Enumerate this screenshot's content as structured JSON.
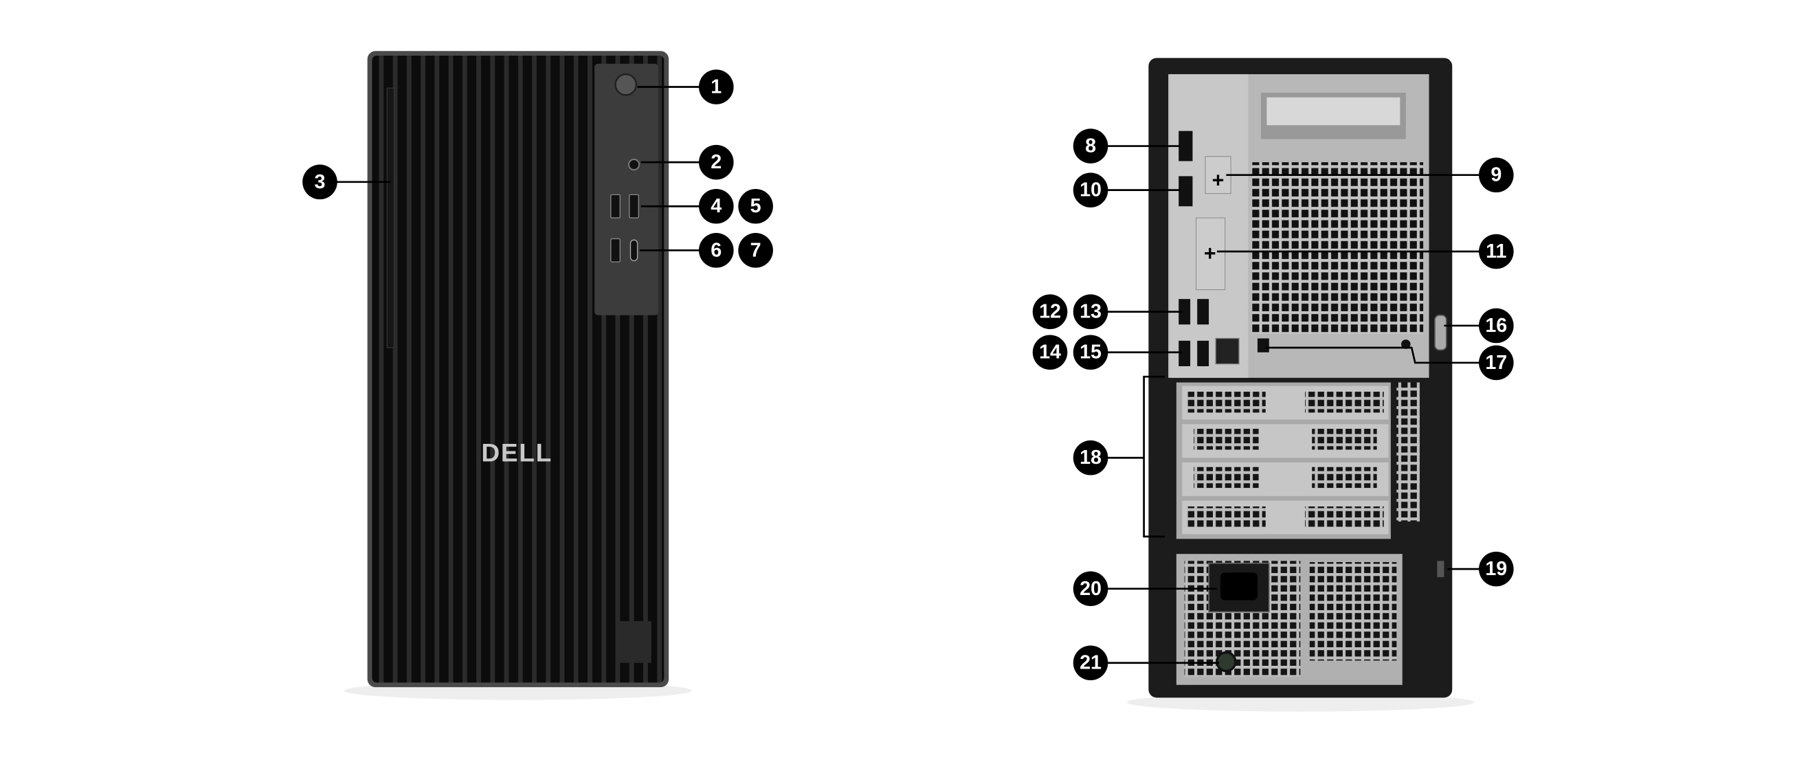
{
  "diagram": {
    "front_view": {
      "logo_text": "DELL",
      "case_color": "#1a1a1a",
      "panel_color": "#3a3a3a"
    },
    "rear_view": {
      "case_color": "#1c1c1c",
      "panel_color": "#b9b9b9"
    },
    "callouts": [
      "1",
      "2",
      "3",
      "4",
      "5",
      "6",
      "7",
      "8",
      "9",
      "10",
      "11",
      "12",
      "13",
      "14",
      "15",
      "16",
      "17",
      "18",
      "19",
      "20",
      "21"
    ],
    "callout_color": "#000000"
  }
}
